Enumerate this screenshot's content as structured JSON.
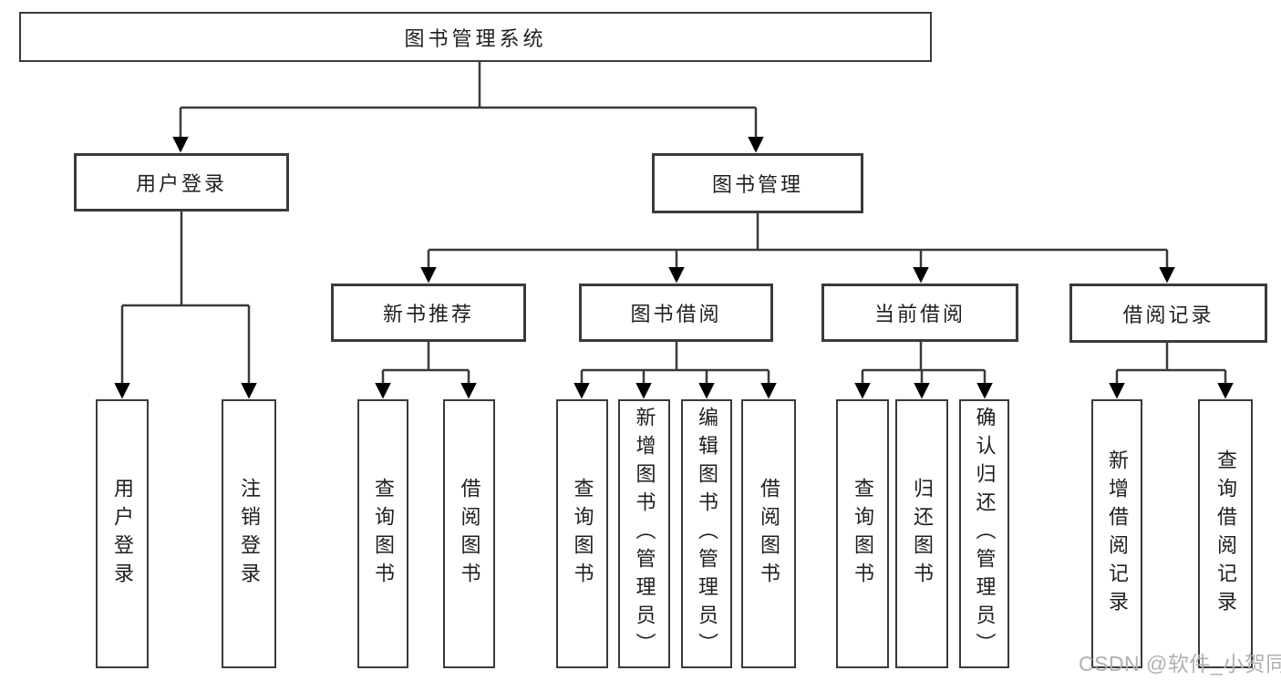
{
  "diagram": {
    "root": {
      "label": "图书管理系统"
    },
    "level2": {
      "user_login": {
        "label": "用户登录"
      },
      "book_mgmt": {
        "label": "图书管理"
      }
    },
    "level3": {
      "new_book": {
        "label": "新书推荐"
      },
      "book_borrow": {
        "label": "图书借阅"
      },
      "current_borrow": {
        "label": "当前借阅"
      },
      "borrow_record": {
        "label": "借阅记录"
      }
    },
    "leaves": {
      "user_login": "用户登录",
      "logout": "注销登录",
      "newbook_query": "查询图书",
      "newbook_borrow": "借阅图书",
      "borrow_query": "查询图书",
      "borrow_add": "新增图书（管理员）",
      "borrow_edit": "编辑图书（管理员）",
      "borrow_do": "借阅图书",
      "current_query": "查询图书",
      "current_return": "归还图书",
      "current_confirm": "确认归还（管理员）",
      "record_add": "新增借阅记录",
      "record_query": "查询借阅记录"
    }
  },
  "watermark": "CSDN @软件_小贺同学",
  "colors": {
    "line": "#3a3a3a",
    "text": "#1f1f1f",
    "watermark": "#b0b0b0",
    "background": "#ffffff"
  }
}
